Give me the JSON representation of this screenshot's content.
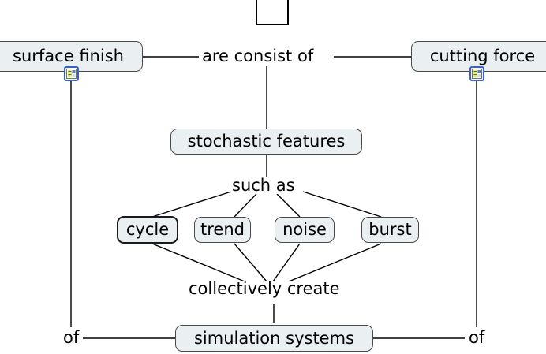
{
  "diagram": {
    "type": "concept-map",
    "title": "",
    "colors": {
      "node_fill": "#eaf0f2",
      "node_border": "#4a4a4a",
      "selected_border": "#1a1a1a",
      "edge": "#000000",
      "icon_border": "#3a62c8",
      "canvas": "#ffffff"
    },
    "nodes": [
      {
        "id": "empty",
        "label": "",
        "shape": "rect",
        "selected": false,
        "has_resource_icon": false
      },
      {
        "id": "surface",
        "label": "surface finish",
        "shape": "rounded",
        "selected": false,
        "has_resource_icon": true
      },
      {
        "id": "cutting",
        "label": "cutting force",
        "shape": "rounded",
        "selected": false,
        "has_resource_icon": true
      },
      {
        "id": "stochastic",
        "label": "stochastic features",
        "shape": "rounded",
        "selected": false,
        "has_resource_icon": false
      },
      {
        "id": "cycle",
        "label": "cycle",
        "shape": "rounded",
        "selected": true,
        "has_resource_icon": false
      },
      {
        "id": "trend",
        "label": "trend",
        "shape": "rounded",
        "selected": false,
        "has_resource_icon": false
      },
      {
        "id": "noise",
        "label": "noise",
        "shape": "rounded",
        "selected": false,
        "has_resource_icon": false
      },
      {
        "id": "burst",
        "label": "burst",
        "shape": "rounded",
        "selected": false,
        "has_resource_icon": false
      },
      {
        "id": "simulation",
        "label": "simulation systems",
        "shape": "rounded",
        "selected": false,
        "has_resource_icon": false
      }
    ],
    "link_labels": [
      {
        "id": "are-consist-of",
        "label": "are consist of"
      },
      {
        "id": "such-as",
        "label": "such as"
      },
      {
        "id": "collectively-create",
        "label": "collectively create"
      },
      {
        "id": "of-left",
        "label": "of"
      },
      {
        "id": "of-right",
        "label": "of"
      }
    ],
    "icons": {
      "resource": "resource-document-icon"
    }
  }
}
